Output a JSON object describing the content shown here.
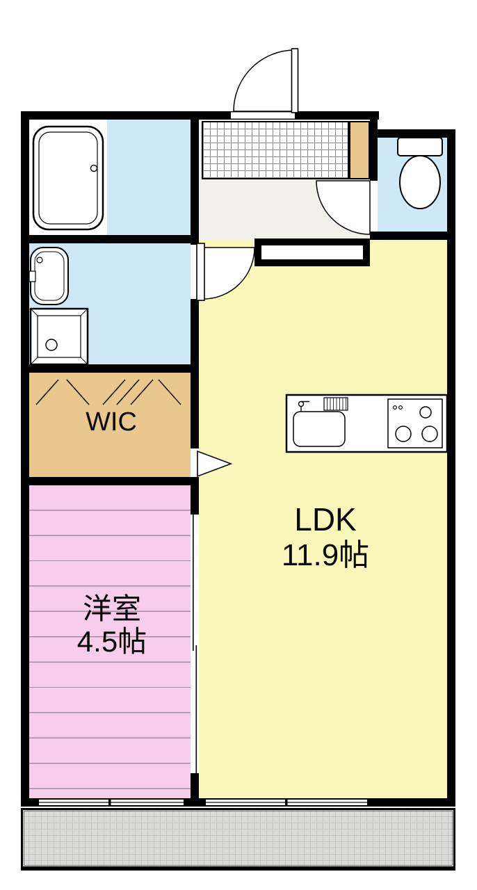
{
  "floorplan": {
    "rooms": {
      "wic": {
        "label": "WIC"
      },
      "ldk": {
        "label": "LDK",
        "size": "11.9帖"
      },
      "western_room": {
        "label": "洋室",
        "size": "4.5帖"
      }
    },
    "fixtures": [
      "entrance-door",
      "genkan-tile",
      "shoe-cabinet",
      "bathtub",
      "washbasin",
      "washing-machine-pan",
      "toilet",
      "kitchen-sink",
      "gas-stove",
      "closet-hanger-hatch",
      "sliding-door",
      "window",
      "balcony"
    ],
    "colors": {
      "wall": "#000000",
      "wet-area": "#cfe8f8",
      "ldk": "#faf7bb",
      "western-room": "#f8cdec",
      "wic": "#eac88d",
      "hall": "#f1f0ea",
      "balcony": "#dadad8",
      "balcony-grid": "#c3c3c1"
    }
  }
}
